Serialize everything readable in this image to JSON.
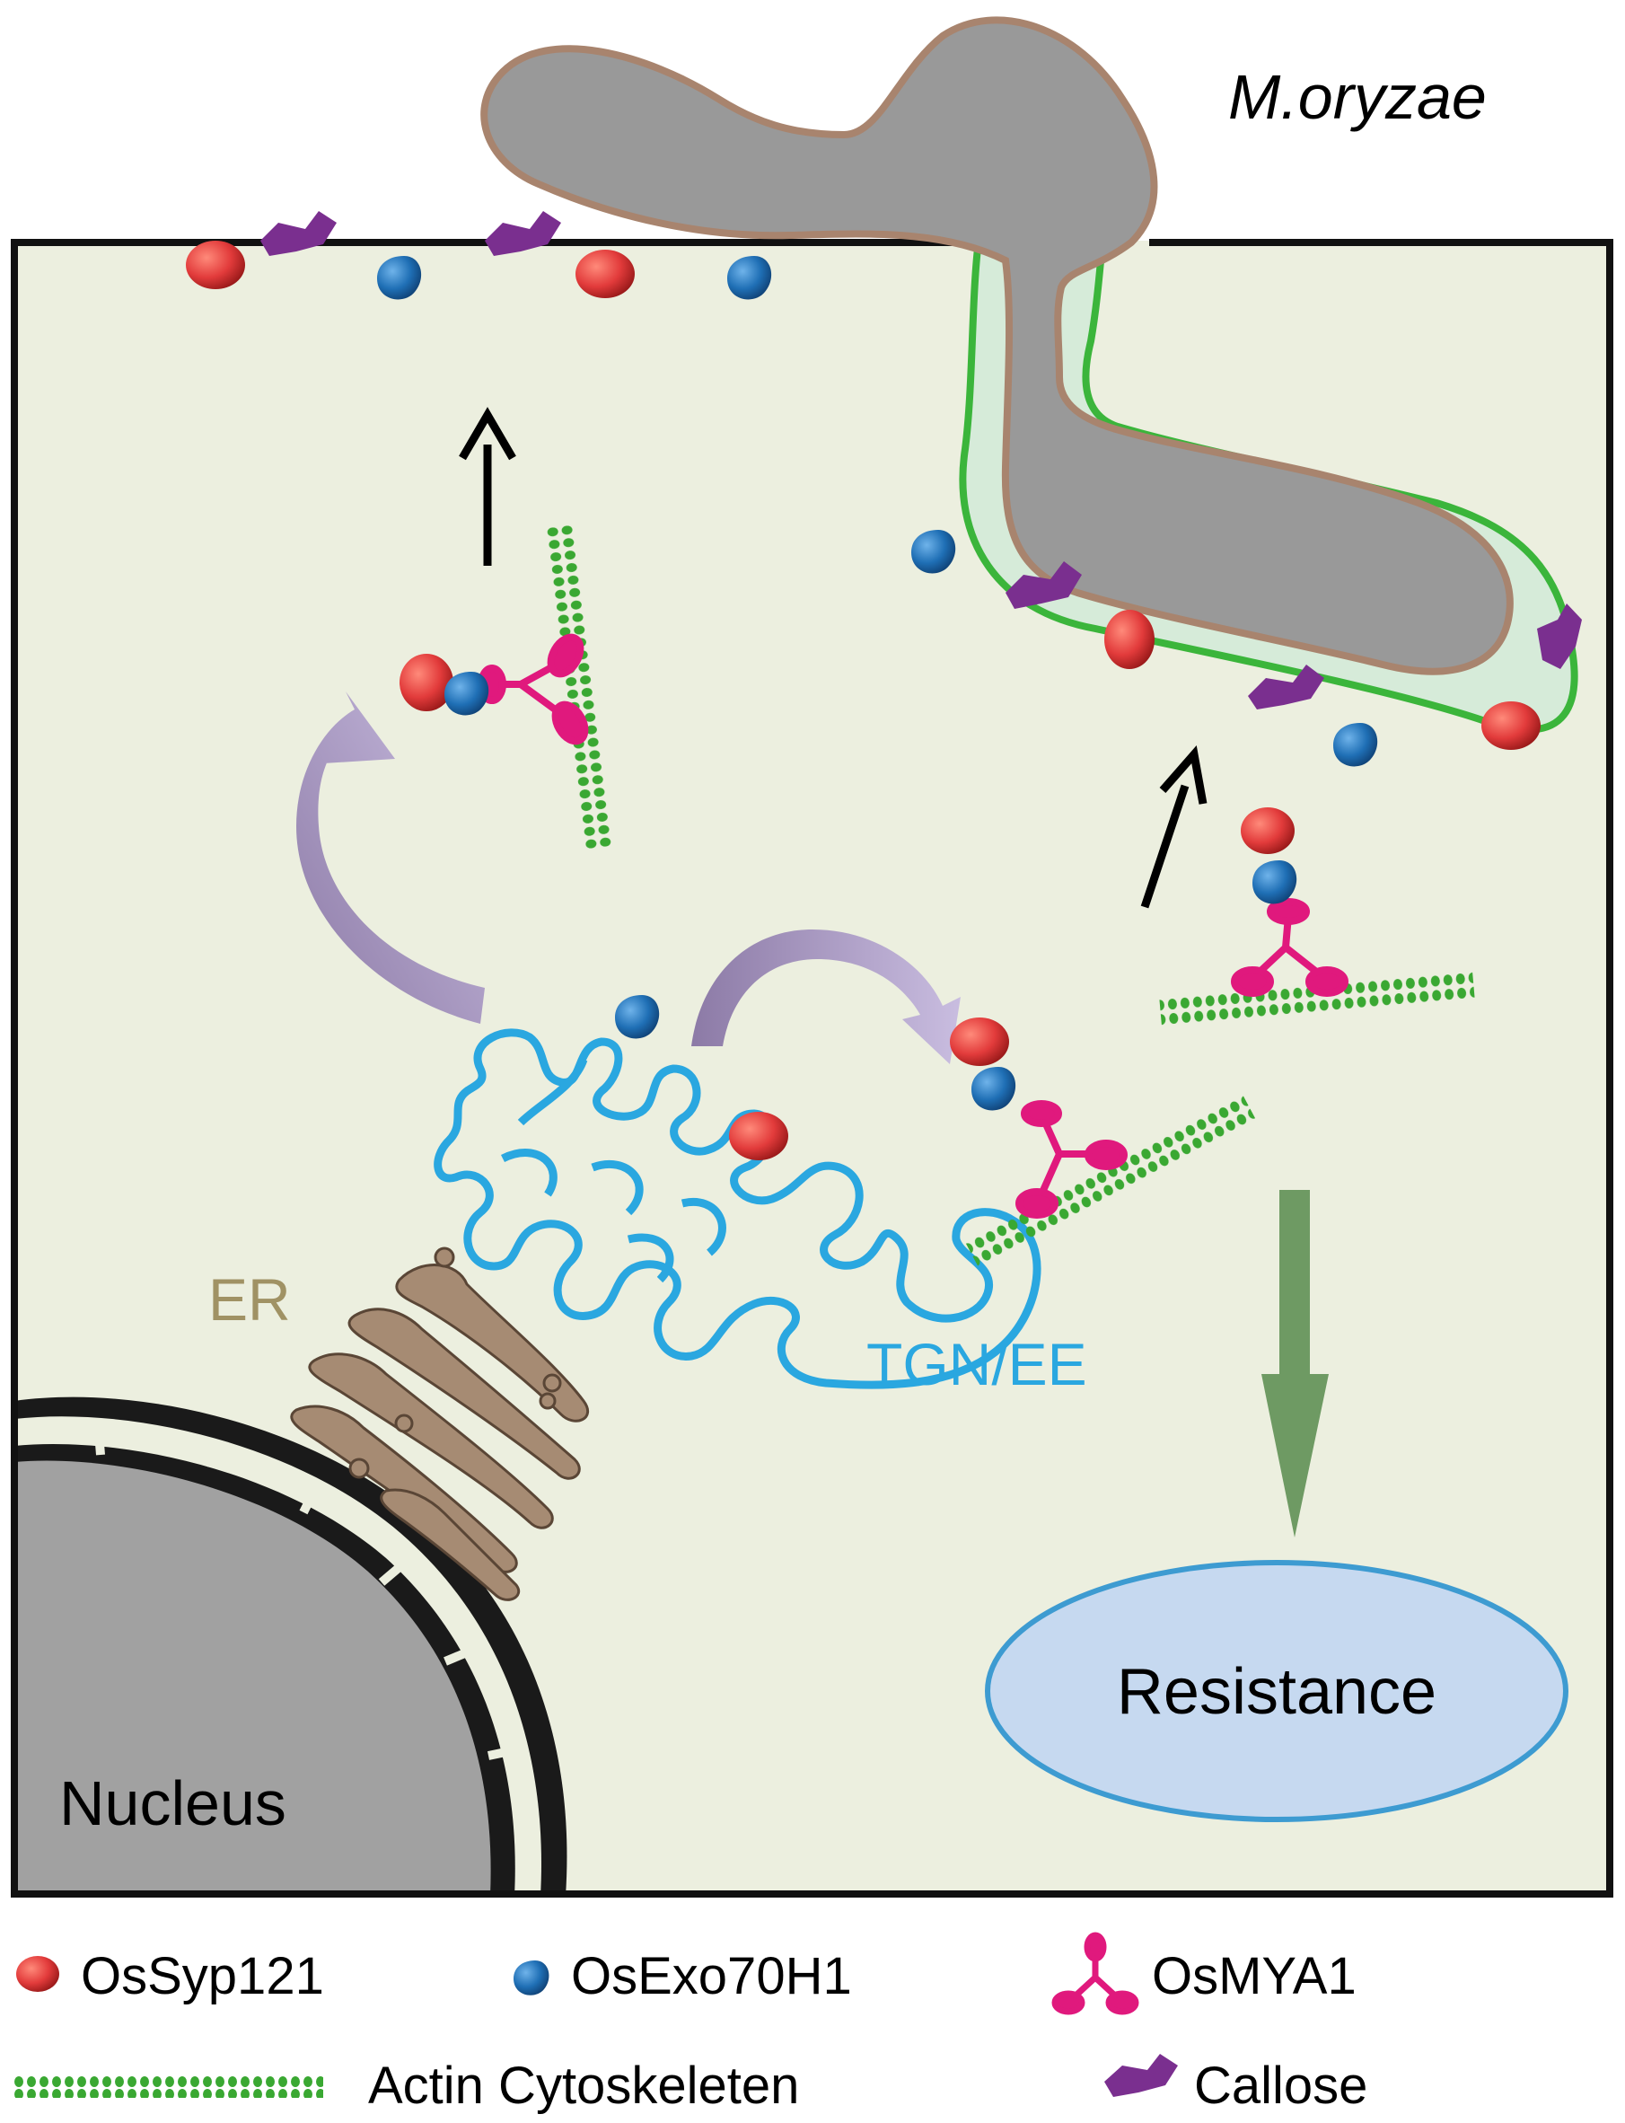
{
  "labels": {
    "pathogen": "M.oryzae",
    "er": "ER",
    "tgn": "TGN/EE",
    "nucleus": "Nucleus",
    "resistance": "Resistance"
  },
  "legend": {
    "syp121": "OsSyp121",
    "exo70": "OsExo70H1",
    "mya1": "OsMYA1",
    "actin": "Actin Cytoskeleten",
    "callose": "Callose"
  },
  "colors": {
    "cell_fill": "#ecefdf",
    "cell_border": "#111111",
    "fungus_fill": "#999999",
    "fungus_border": "#a8846e",
    "membrane_green": "#3bb53b",
    "membrane_fill": "#d6ebd9",
    "syp121_red": "#e23b3b",
    "exo70_blue": "#1f6fb5",
    "mya1_pink": "#e0197d",
    "actin_green": "#3aa832",
    "callose_purple": "#7a2f8f",
    "tgn_blue": "#2aa7e0",
    "er_brown": "#a68b73",
    "nucleus_gray": "#a1a1a1",
    "resistance_fill": "#c6d9f0",
    "resistance_border": "#3d9bd1",
    "trafficking_arrow": "#9a86b8",
    "output_arrow": "#6e9a63"
  }
}
